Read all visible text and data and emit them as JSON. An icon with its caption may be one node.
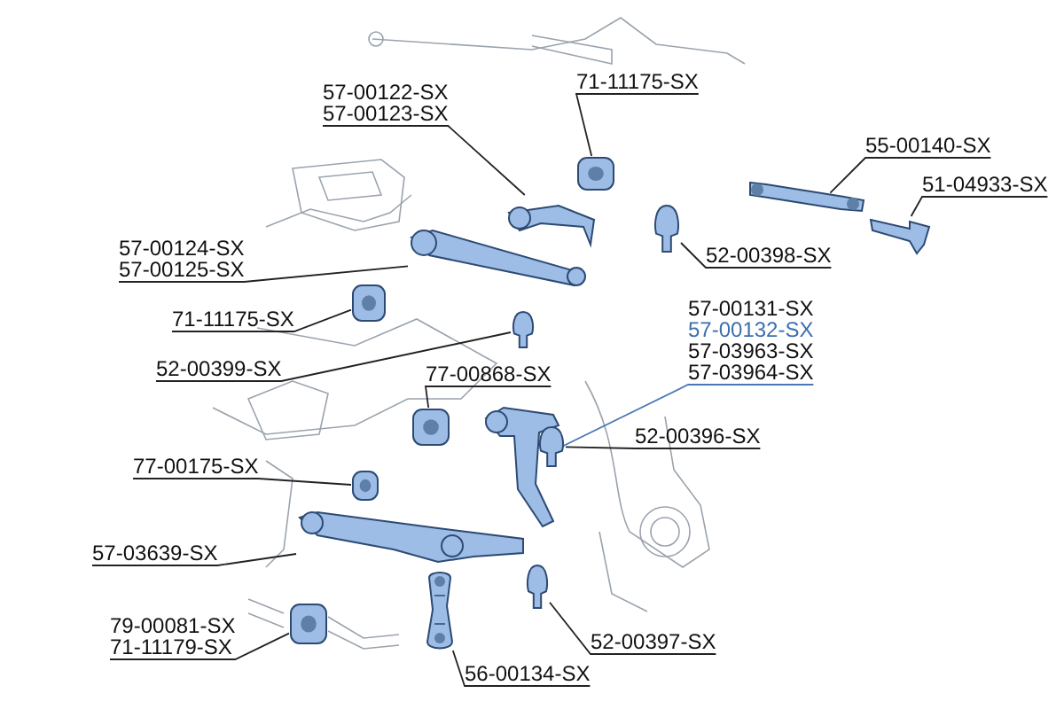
{
  "diagram": {
    "nodes": [
      {
        "text": [
          "57-00122-SX",
          "57-00123-SX"
        ]
      },
      {
        "text": [
          "71-11175-SX"
        ]
      },
      {
        "text": [
          "55-00140-SX"
        ]
      },
      {
        "text": [
          "51-04933-SX"
        ]
      },
      {
        "text": [
          "57-00124-SX",
          "57-00125-SX"
        ]
      },
      {
        "text": [
          "52-00398-SX"
        ]
      },
      {
        "text": [
          "71-11175-SX"
        ]
      },
      {
        "text": [
          "57-00131-SX",
          "57-00132-SX",
          "57-03963-SX",
          "57-03964-SX"
        ]
      },
      {
        "text": [
          "52-00399-SX"
        ]
      },
      {
        "text": [
          "77-00868-SX"
        ]
      },
      {
        "text": [
          "52-00396-SX"
        ]
      },
      {
        "text": [
          "77-00175-SX"
        ]
      },
      {
        "text": [
          "57-03639-SX"
        ]
      },
      {
        "text": [
          "79-00081-SX",
          "71-11179-SX"
        ]
      },
      {
        "text": [
          "56-00134-SX"
        ]
      },
      {
        "text": [
          "52-00397-SX"
        ]
      },
      {
        "text": [],
        "shape": "picture"
      },
      {
        "text": [],
        "shape": "picture"
      },
      {
        "text": [],
        "shape": "picture"
      },
      {
        "text": [],
        "shape": "picture"
      },
      {
        "text": [],
        "shape": "picture"
      },
      {
        "text": [],
        "shape": "picture"
      },
      {
        "text": [],
        "shape": "picture"
      },
      {
        "text": [],
        "shape": "picture"
      },
      {
        "text": [],
        "shape": "picture"
      },
      {
        "text": [],
        "shape": "picture"
      },
      {
        "text": [],
        "shape": "picture"
      },
      {
        "text": [],
        "shape": "picture"
      },
      {
        "text": [],
        "shape": "picture"
      },
      {
        "text": [],
        "shape": "picture"
      },
      {
        "text": [],
        "shape": "picture"
      },
      {
        "text": [],
        "shape": "picture"
      }
    ],
    "edges": [
      {
        "from": 0,
        "to": 16,
        "arrow": "none"
      },
      {
        "from": 1,
        "to": 17,
        "arrow": "none"
      },
      {
        "from": 2,
        "to": 18,
        "arrow": "none"
      },
      {
        "from": 3,
        "to": 19,
        "arrow": "none"
      },
      {
        "from": 4,
        "to": 20,
        "arrow": "none"
      },
      {
        "from": 5,
        "to": 21,
        "arrow": "none"
      },
      {
        "from": 6,
        "to": 22,
        "arrow": "none"
      },
      {
        "from": 7,
        "to": 25,
        "arrow": "none",
        "color": "#4a78b5"
      },
      {
        "from": 8,
        "to": 23,
        "arrow": "none"
      },
      {
        "from": 9,
        "to": 24,
        "arrow": "none"
      },
      {
        "from": 10,
        "to": 26,
        "arrow": "none"
      },
      {
        "from": 11,
        "to": 27,
        "arrow": "none"
      },
      {
        "from": 12,
        "to": 28,
        "arrow": "none"
      },
      {
        "from": 13,
        "to": 29,
        "arrow": "none"
      },
      {
        "from": 14,
        "to": 30,
        "arrow": "none"
      },
      {
        "from": 15,
        "to": 31,
        "arrow": "none"
      }
    ]
  }
}
